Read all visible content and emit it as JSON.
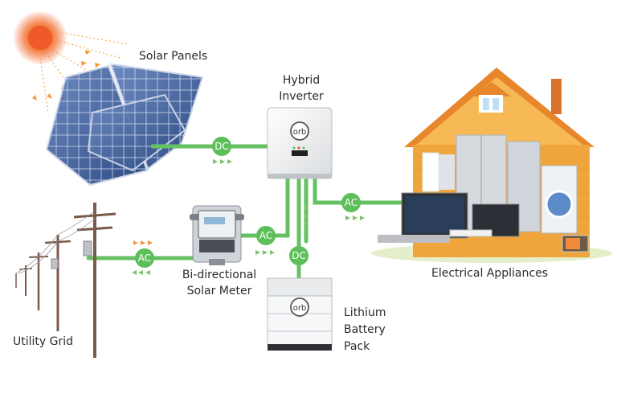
{
  "labels": {
    "solar_panels": "Solar Panels",
    "inverter_line1": "Hybrid",
    "inverter_line2": "Inverter",
    "appliances": "Electrical Appliances",
    "meter_line1": "Bi-directional",
    "meter_line2": "Solar Meter",
    "battery_line1": "Lithium",
    "battery_line2": "Battery",
    "battery_line3": "Pack",
    "utility_grid": "Utility Grid"
  },
  "connectors": {
    "panel_inverter": "DC",
    "inverter_appliances": "AC",
    "meter_inverter": "AC",
    "grid_meter": "AC",
    "inverter_battery": "DC"
  },
  "brand": "orb",
  "colors": {
    "line": "#66c163",
    "badge": "#5cbf5a",
    "arrow_green": "#7cc36b",
    "arrow_orange": "#f29a3a",
    "sun": "#f05a28",
    "panel": "#3f5f9a",
    "house": "#f0a53c",
    "roof": "#e8862c",
    "pole": "#7a5a4a"
  }
}
